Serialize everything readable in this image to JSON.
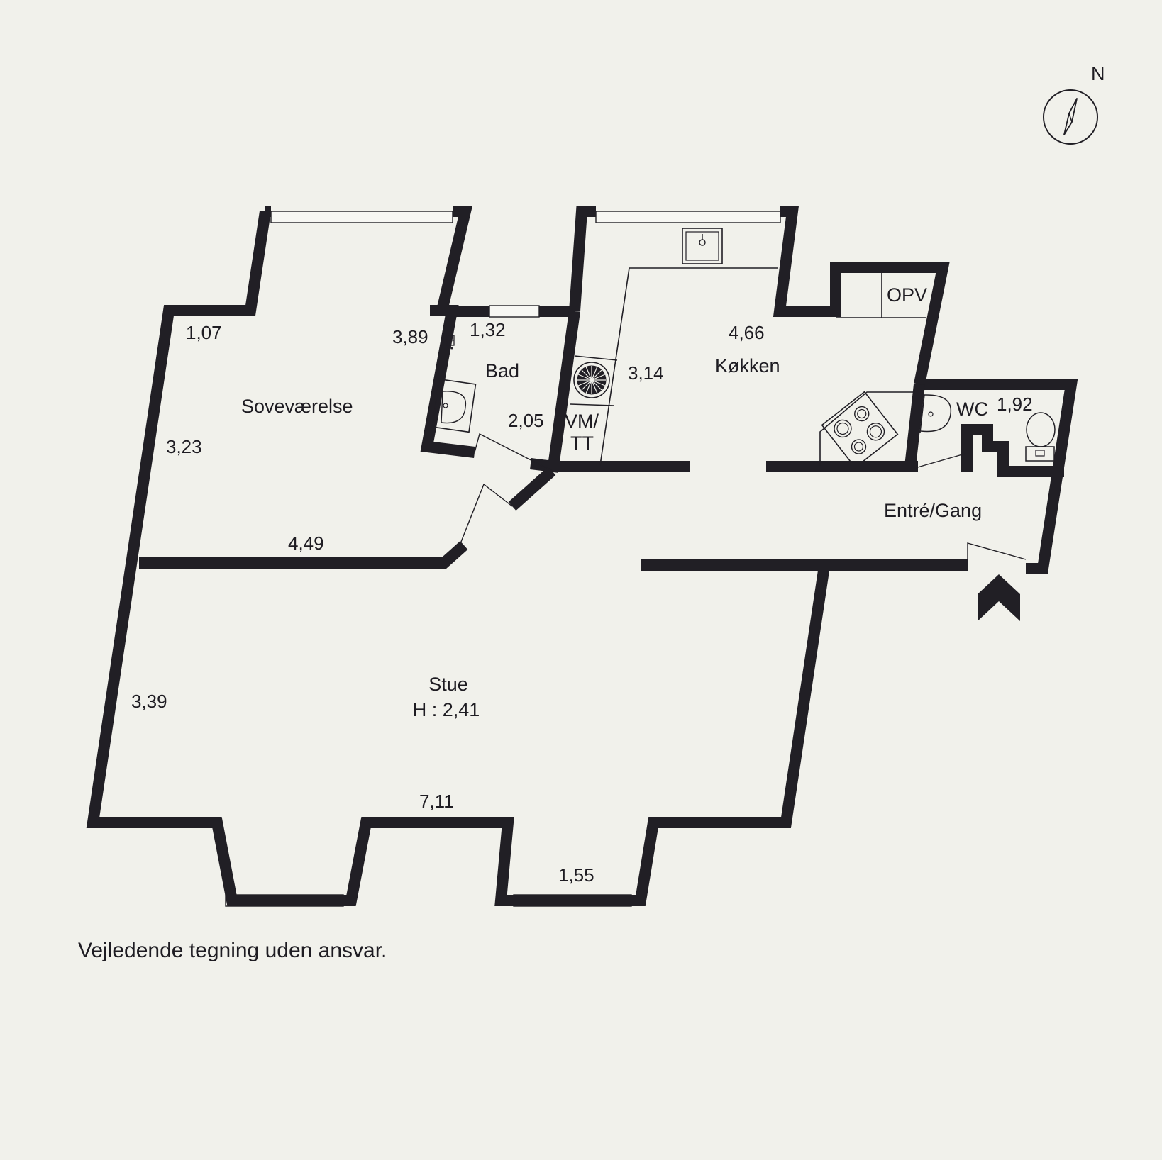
{
  "compass": {
    "north_label": "N",
    "icon": "compass-icon"
  },
  "rooms": {
    "bedroom": {
      "name": "Soveværelse"
    },
    "bath": {
      "name": "Bad"
    },
    "kitchen": {
      "name": "Køkken"
    },
    "utility": {
      "name_line1": "VM/",
      "name_line2": "TT"
    },
    "boiler": {
      "name": "OPV"
    },
    "wc": {
      "name": "WC"
    },
    "hall": {
      "name": "Entré/Gang"
    },
    "living": {
      "name": "Stue",
      "height": "H : 2,41"
    }
  },
  "dimensions": {
    "bedroom_top_left": "1,07",
    "bedroom_top_right": "3,89",
    "bedroom_side": "3,23",
    "bedroom_bottom": "4,49",
    "bath_top": "1,32",
    "bath_side": "2,05",
    "kitchen_width": "4,66",
    "kitchen_side": "3,14",
    "wc_width": "1,92",
    "living_side": "3,39",
    "living_bottom": "7,11",
    "living_bay": "1,55"
  },
  "entrance_icon": "entrance-arrow-icon",
  "footer": {
    "disclaimer": "Vejledende tegning uden ansvar."
  }
}
